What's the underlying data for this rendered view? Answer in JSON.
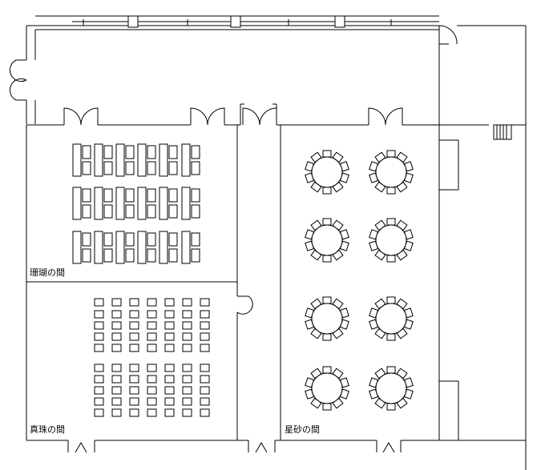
{
  "rooms": [
    {
      "id": "sango",
      "label": "珊瑚の間",
      "seating": "classroom",
      "tables_per_row": 6,
      "rows": 3
    },
    {
      "id": "shinju",
      "label": "真珠の間",
      "seating": "theater",
      "chairs_per_row": 7,
      "row_count": 10
    },
    {
      "id": "hoshizuna",
      "label": "星砂の間",
      "seating": "round-table",
      "tables": 8,
      "chairs_per_table": 10
    }
  ],
  "colors": {
    "line": "#000000",
    "background": "#ffffff"
  }
}
